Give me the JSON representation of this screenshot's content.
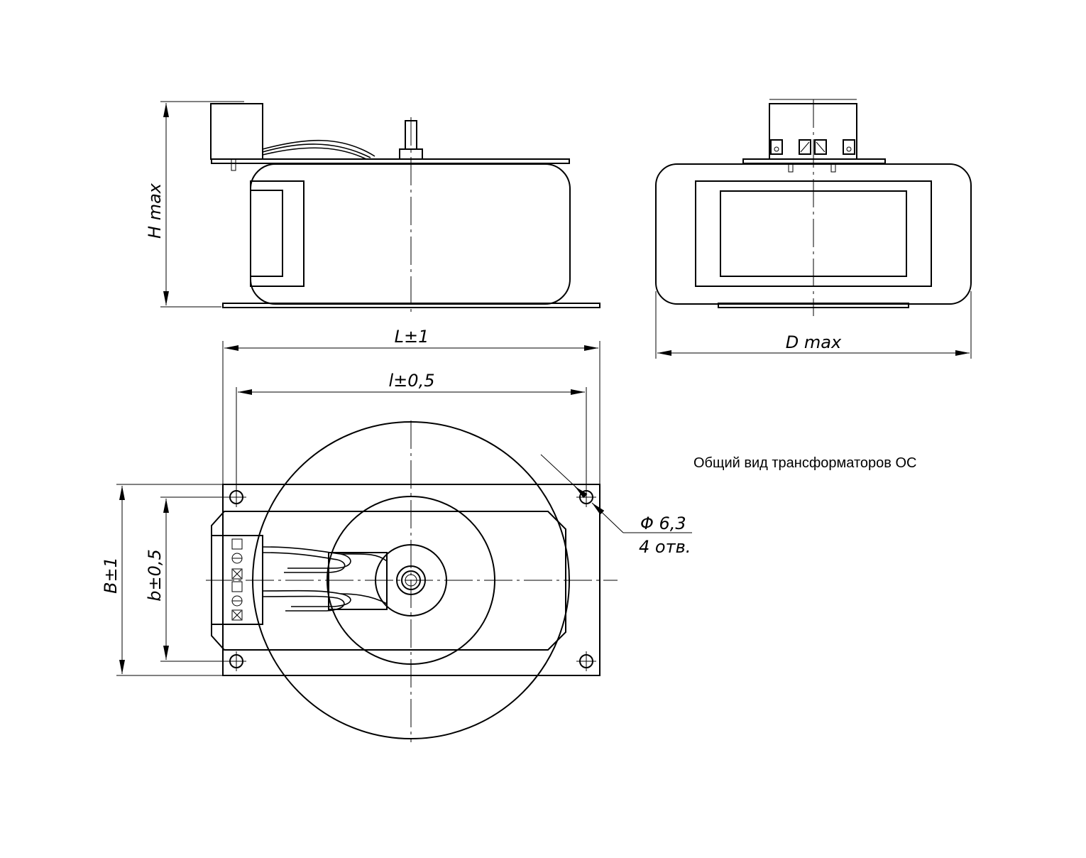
{
  "dimensions": {
    "h_max": "H max",
    "d_max": "D max",
    "l_total": "L±1",
    "l_mount": "l±0,5",
    "b_total": "B±1",
    "b_mount": "b±0,5",
    "hole_diameter": "Φ 6,3",
    "hole_count": "4 отв."
  },
  "caption": "Общий вид трансформаторов ОС"
}
